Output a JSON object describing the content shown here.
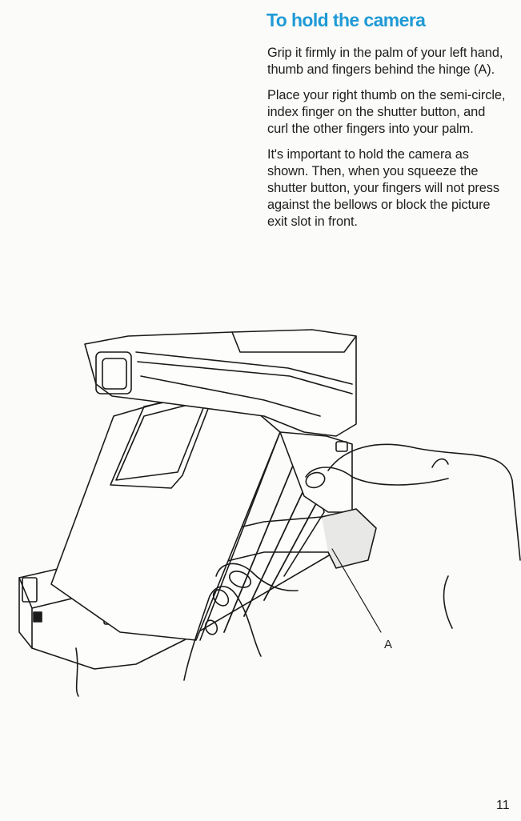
{
  "section": {
    "title": "To hold the camera",
    "paragraphs": [
      "Grip it firmly in the palm of your left hand, thumb and fingers behind the hinge (A).",
      "Place your right thumb on the semi-circle, index finger on the shutter button, and curl the other fingers into your palm.",
      "It's important to hold the camera as shown. Then, when you squeeze the shutter button, your fingers will not press against the bellows or block the picture exit slot in front."
    ]
  },
  "figure": {
    "callout_label": "A"
  },
  "page_number": "11",
  "colors": {
    "heading": "#1f9ad6",
    "text": "#1e1e1e",
    "paper": "#fbfbf9"
  }
}
